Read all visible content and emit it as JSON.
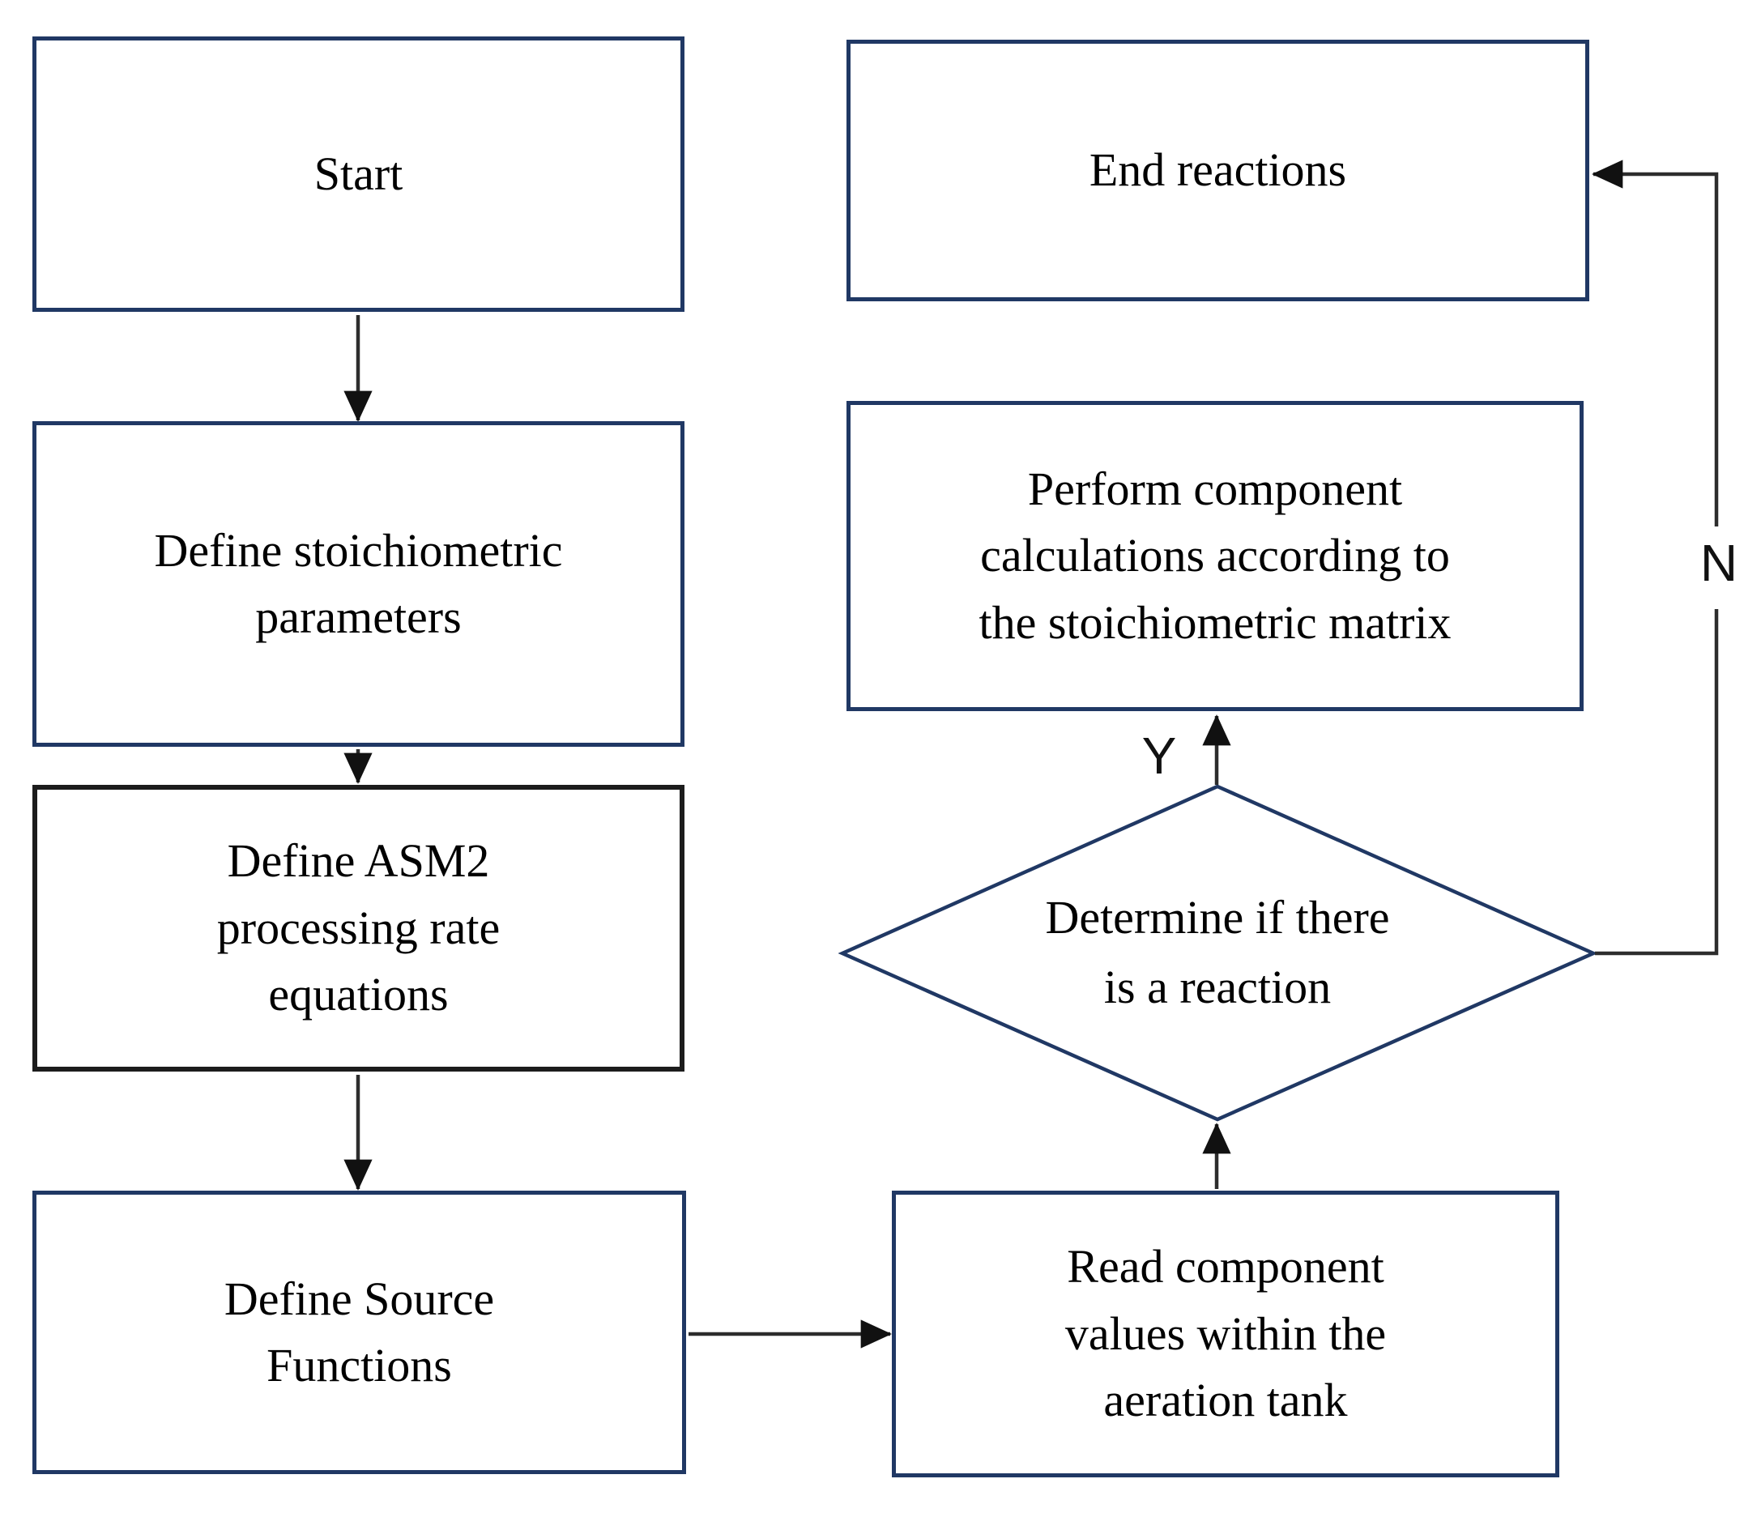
{
  "diagram": {
    "background": "#ffffff",
    "node_border_color": "#203864",
    "asm2_node_border_color": "#1c1c1c",
    "connector_color": "#2d2d2d",
    "arrowhead_color": "#111111",
    "text_color": "#000000",
    "nodes": {
      "start": {
        "type": "process",
        "label": "Start"
      },
      "define_stoichiometric": {
        "type": "process",
        "label": [
          "Define stoichiometric",
          "parameters"
        ]
      },
      "define_asm2": {
        "type": "process",
        "label": [
          "Define ASM2",
          "processing rate",
          "equations"
        ]
      },
      "define_source": {
        "type": "process",
        "label": [
          "Define Source",
          "Functions"
        ]
      },
      "end_reactions": {
        "type": "process",
        "label": "End reactions"
      },
      "perform_calculations": {
        "type": "process",
        "label": [
          "Perform component",
          "calculations according to",
          "the stoichiometric matrix"
        ]
      },
      "decision": {
        "type": "decision",
        "label": [
          "Determine if there",
          "is a reaction"
        ]
      },
      "read_component": {
        "type": "process",
        "label": [
          "Read component",
          "values within the",
          "aeration tank"
        ]
      }
    },
    "edge_labels": {
      "yes": "Y",
      "no": "N"
    }
  }
}
